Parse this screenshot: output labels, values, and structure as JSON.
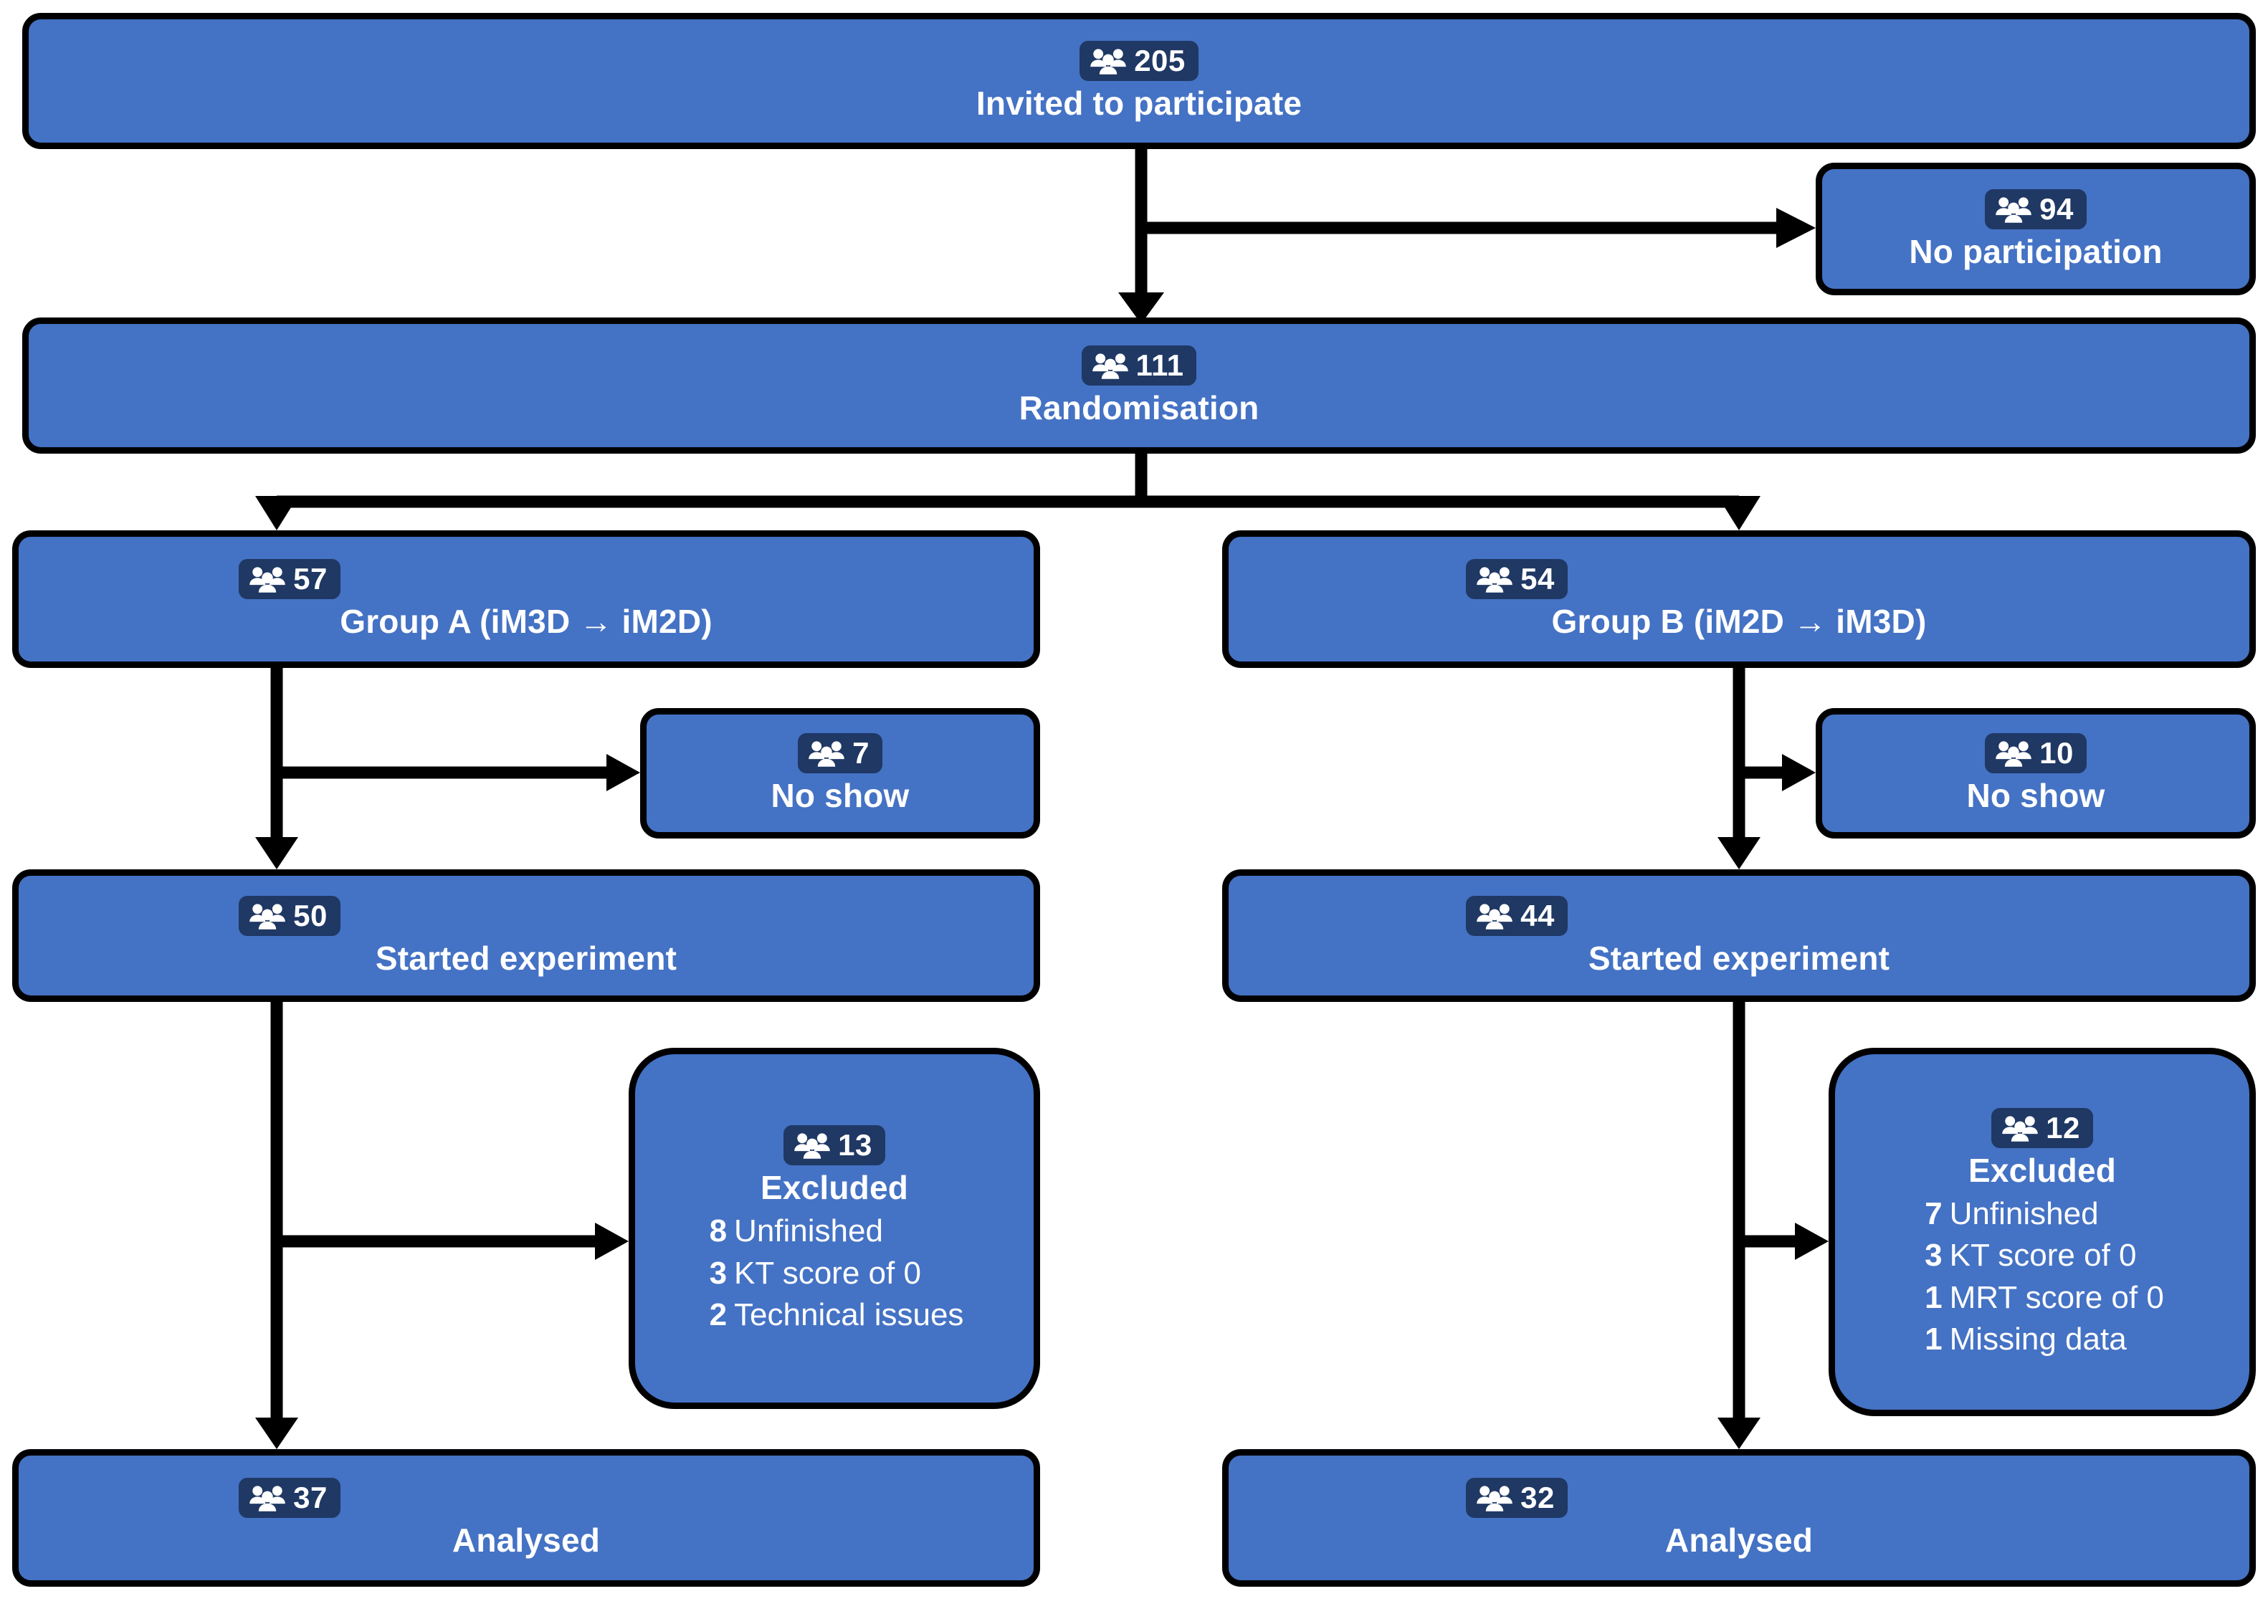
{
  "theme": {
    "box_fill": "#4472C4",
    "box_border": "#000000",
    "badge_fill": "#1F3864",
    "text_color": "#FFFFFF",
    "background": "#FFFFFF"
  },
  "icons": {
    "people": "people-group-icon"
  },
  "nodes": {
    "invited": {
      "count": "205",
      "label": "Invited to participate"
    },
    "no_participation": {
      "count": "94",
      "label": "No participation"
    },
    "randomisation": {
      "count": "111",
      "label": "Randomisation"
    },
    "group_a": {
      "count": "57",
      "label": "Group A (iM3D → iM2D)"
    },
    "group_b": {
      "count": "54",
      "label": "Group B (iM2D → iM3D)"
    },
    "no_show_a": {
      "count": "7",
      "label": "No show"
    },
    "no_show_b": {
      "count": "10",
      "label": "No show"
    },
    "started_a": {
      "count": "50",
      "label": "Started experiment"
    },
    "started_b": {
      "count": "44",
      "label": "Started experiment"
    },
    "excluded_a": {
      "count": "13",
      "label": "Excluded",
      "reasons": [
        {
          "n": "8",
          "text": "Unfinished"
        },
        {
          "n": "3",
          "text": "KT score of 0"
        },
        {
          "n": "2",
          "text": "Technical issues"
        }
      ]
    },
    "excluded_b": {
      "count": "12",
      "label": "Excluded",
      "reasons": [
        {
          "n": "7",
          "text": "Unfinished"
        },
        {
          "n": "3",
          "text": "KT score of 0"
        },
        {
          "n": "1",
          "text": "MRT score of 0"
        },
        {
          "n": "1",
          "text": "Missing data"
        }
      ]
    },
    "analysed_a": {
      "count": "37",
      "label": "Analysed"
    },
    "analysed_b": {
      "count": "32",
      "label": "Analysed"
    }
  },
  "chart_data": {
    "type": "diagram",
    "title": "CONSORT participant flow diagram",
    "flow": [
      {
        "from": "invited",
        "to": "randomisation",
        "direction": "down"
      },
      {
        "from": "invited",
        "to": "no_participation",
        "direction": "right"
      },
      {
        "from": "randomisation",
        "to": "group_a",
        "direction": "down-left"
      },
      {
        "from": "randomisation",
        "to": "group_b",
        "direction": "down-right"
      },
      {
        "from": "group_a",
        "to": "no_show_a",
        "direction": "right"
      },
      {
        "from": "group_a",
        "to": "started_a",
        "direction": "down"
      },
      {
        "from": "started_a",
        "to": "excluded_a",
        "direction": "right"
      },
      {
        "from": "started_a",
        "to": "analysed_a",
        "direction": "down"
      },
      {
        "from": "group_b",
        "to": "no_show_b",
        "direction": "right"
      },
      {
        "from": "group_b",
        "to": "started_b",
        "direction": "down"
      },
      {
        "from": "started_b",
        "to": "excluded_b",
        "direction": "right"
      },
      {
        "from": "started_b",
        "to": "analysed_b",
        "direction": "down"
      }
    ],
    "counts": {
      "invited": 205,
      "no_participation": 94,
      "randomisation": 111,
      "group_a": 57,
      "group_b": 54,
      "no_show_a": 7,
      "no_show_b": 10,
      "started_a": 50,
      "started_b": 44,
      "excluded_a": 13,
      "excluded_b": 12,
      "analysed_a": 37,
      "analysed_b": 32
    }
  }
}
